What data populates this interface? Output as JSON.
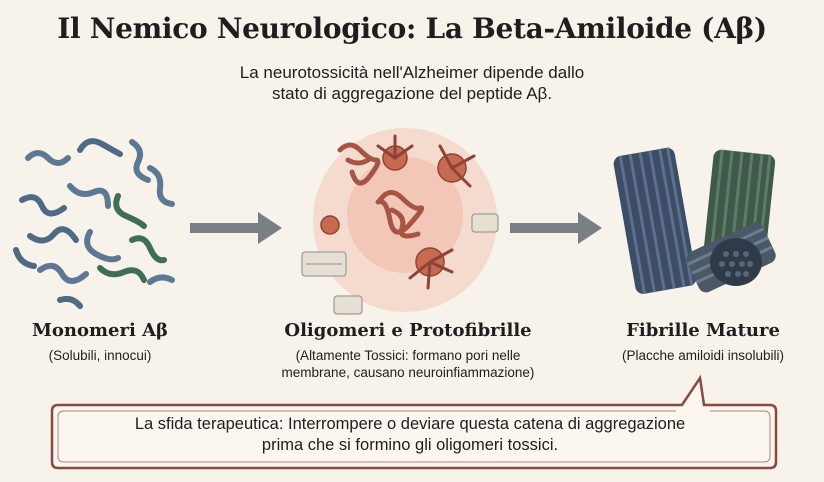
{
  "title": "Il Nemico Neurologico: La Beta-Amiloide (Aβ)",
  "subtitle": {
    "line1": "La neurotossicità nell'Alzheimer dipende dallo",
    "line2": "stato di aggregazione del peptide Aβ."
  },
  "stages": [
    {
      "label": "Monomeri Aβ",
      "desc": [
        "(Solubili, innocui)"
      ],
      "icon": "monomer-strands-icon"
    },
    {
      "label": "Oligomeri e Protofibrille",
      "desc": [
        "(Altamente Tossici: formano pori nelle",
        "membrane, causano neuroinfiammazione)"
      ],
      "icon": "oligomer-cluster-icon"
    },
    {
      "label": "Fibrille Mature",
      "desc": [
        "(Placche amiloidi insolubili)"
      ],
      "icon": "fibril-bundle-icon"
    }
  ],
  "callout": {
    "line1": "La sfida terapeutica: Interrompere o deviare questa catena di aggregazione",
    "line2": "prima che si formino gli oligomeri tossici."
  },
  "colors": {
    "background": "#f7f2ea",
    "callout_border": "#8a4a42",
    "arrow": "#7a7f86",
    "monomer_blue": "#4e6a85",
    "monomer_green": "#3f6e58",
    "oligomer_orange": "#c86a52",
    "fibril_navy": "#3d4d66"
  }
}
